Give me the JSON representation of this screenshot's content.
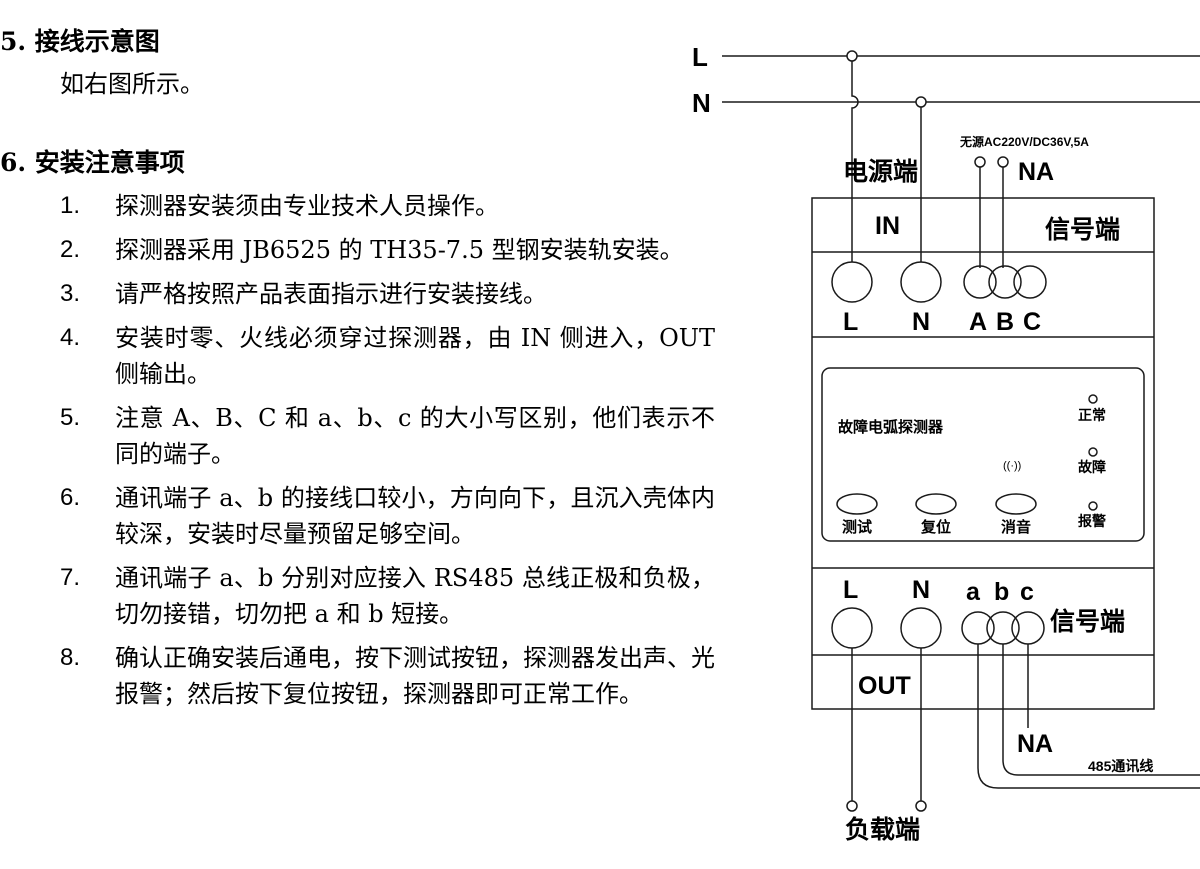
{
  "section5": {
    "title": "5. 接线示意图",
    "text": "如右图所示。"
  },
  "section6": {
    "title": "6. 安装注意事项",
    "items": [
      {
        "num": "1.",
        "text": "探测器安装须由专业技术人员操作。"
      },
      {
        "num": "2.",
        "text": "探测器采用 JB6525 的 TH35-7.5 型钢安装轨安装。"
      },
      {
        "num": "3.",
        "text": "请严格按照产品表面指示进行安装接线。"
      },
      {
        "num": "4.",
        "text": "安装时零、火线必须穿过探测器，由 IN 侧进入，OUT 侧输出。"
      },
      {
        "num": "5.",
        "text": "注意 A、B、C 和 a、b、c 的大小写区别，他们表示不同的端子。"
      },
      {
        "num": "6.",
        "text": "通讯端子 a、b 的接线口较小，方向向下，且沉入壳体内较深，安装时尽量预留足够空间。"
      },
      {
        "num": "7.",
        "text": "通讯端子 a、b 分别对应接入 RS485 总线正极和负极，切勿接错，切勿把 a 和 b 短接。"
      },
      {
        "num": "8.",
        "text": "确认正确安装后通电，按下测试按钮，探测器发出声、光报警；然后按下复位按钮，探测器即可正常工作。"
      }
    ]
  },
  "diagram": {
    "line_L": "L",
    "line_N": "N",
    "power_terminal": "电源端",
    "relay_rating": "无源AC220V/DC36V,5A",
    "na_top": "NA",
    "in_label": "IN",
    "signal_terminal_top": "信号端",
    "terminal_L_top": "L",
    "terminal_N_top": "N",
    "terminal_A": "A",
    "terminal_B": "B",
    "terminal_C": "C",
    "device_name": "故障电弧探测器",
    "led_normal": "正常",
    "led_fault": "故障",
    "led_alarm": "报警",
    "sound_symbol": "((·))",
    "btn_test": "测试",
    "btn_reset": "复位",
    "btn_mute": "消音",
    "terminal_L_bottom": "L",
    "terminal_N_bottom": "N",
    "terminal_a": "a",
    "terminal_b": "b",
    "terminal_c": "c",
    "signal_terminal_bottom": "信号端",
    "out_label": "OUT",
    "na_bottom": "NA",
    "comm_line": "485通讯线",
    "load_terminal": "负载端"
  }
}
